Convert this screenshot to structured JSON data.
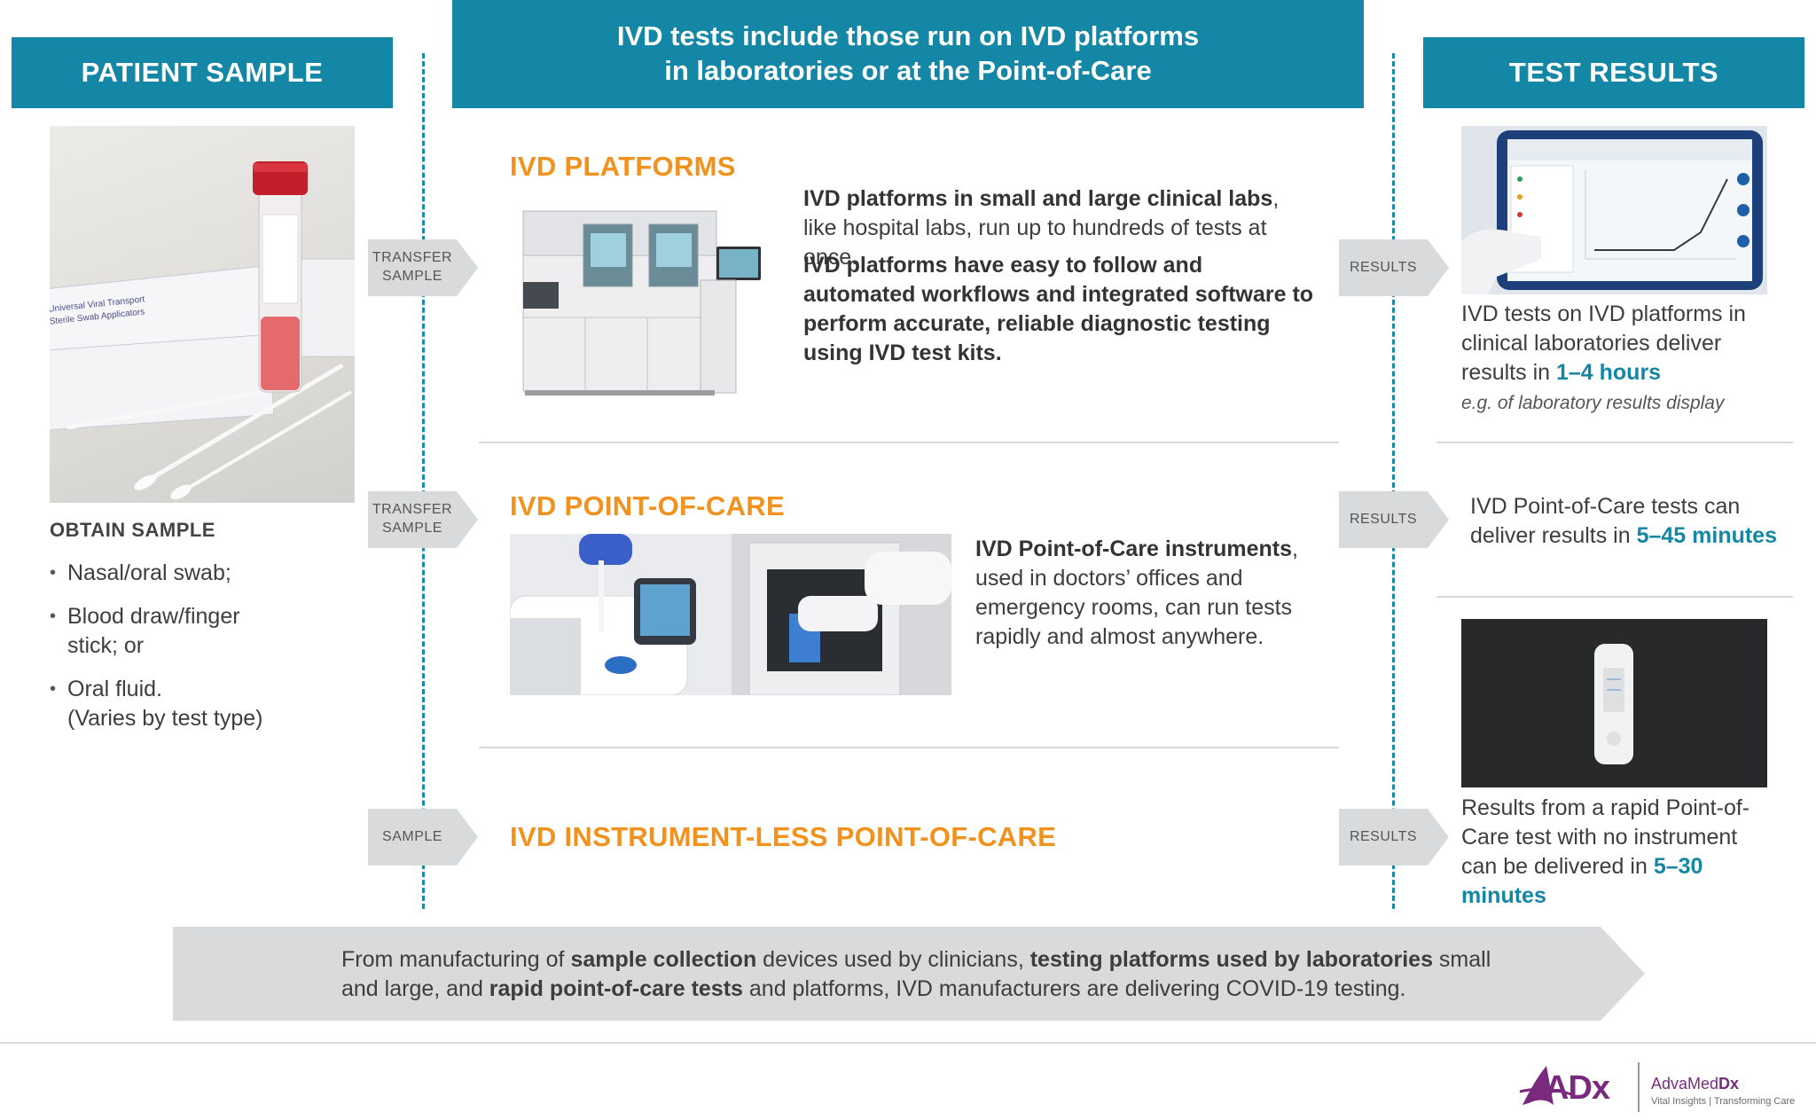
{
  "headers": {
    "patient_sample": "PATIENT SAMPLE",
    "center_line1": "IVD tests include those run on IVD platforms",
    "center_line2": "in laboratories or at the Point-of-Care",
    "test_results": "TEST RESULTS"
  },
  "left": {
    "obtain_title": "OBTAIN SAMPLE",
    "items": [
      "Nasal/oral swab;",
      "Blood draw/finger stick; or",
      "Oral fluid.\n(Varies by test type)"
    ],
    "item3_line1": "Oral fluid.",
    "item3_line2": "(Varies by test type)",
    "tube_label": "Universal Viral Transport Sterile Swab Applicators"
  },
  "tags": {
    "transfer_1_l1": "TRANSFER",
    "transfer_1_l2": "SAMPLE",
    "transfer_2_l1": "TRANSFER",
    "transfer_2_l2": "SAMPLE",
    "sample": "SAMPLE",
    "results_1": "RESULTS",
    "results_2": "RESULTS",
    "results_3": "RESULTS"
  },
  "platforms": {
    "title": "IVD PLATFORMS",
    "p1_bold": "IVD platforms in small and large clinical labs",
    "p1_rest": ", like hospital labs, run up to hundreds of tests at once.",
    "p2_bold": "IVD platforms have easy to follow and automated workflows and integrated software to perform accurate, reliable diagnostic testing using IVD test kits."
  },
  "poc": {
    "title": "IVD POINT-OF-CARE",
    "bold": "IVD Point-of-Care instruments",
    "rest": ", used in doctors’ offices and emergency rooms, can run tests rapidly and almost anywhere."
  },
  "instrument_less": {
    "title": "IVD INSTRUMENT-LESS POINT-OF-CARE"
  },
  "results": {
    "r1_text": "IVD tests on IVD platforms in clinical laboratories deliver results in ",
    "r1_highlight": "1–4 hours",
    "r1_caption": "e.g. of laboratory results display",
    "r2_text": "IVD Point-of-Care tests can deliver results in ",
    "r2_highlight": "5–45 minutes",
    "r3_text": "Results from a rapid Point-of-Care test with no instrument can be delivered in ",
    "r3_highlight": "5–30 minutes"
  },
  "footer_banner": {
    "t1": "From manufacturing of ",
    "b1": "sample collection",
    "t2": " devices used by clinicians, ",
    "b2": "testing platforms used by laboratories",
    "t3": " small and large, and ",
    "b3": "rapid point-of-care tests",
    "t4": " and platforms, IVD manufacturers are delivering COVID-19 testing."
  },
  "logo": {
    "mark": "ADx",
    "name_plain": "AdvaMed",
    "name_bold": "Dx",
    "tagline": "Vital Insights | Transforming Care"
  },
  "colors": {
    "header_blue": "#1486a6",
    "orange": "#f0921d",
    "highlight_blue": "#1486a6",
    "tag_gray": "#d9dadc",
    "logo_purple": "#7a2a7e"
  }
}
